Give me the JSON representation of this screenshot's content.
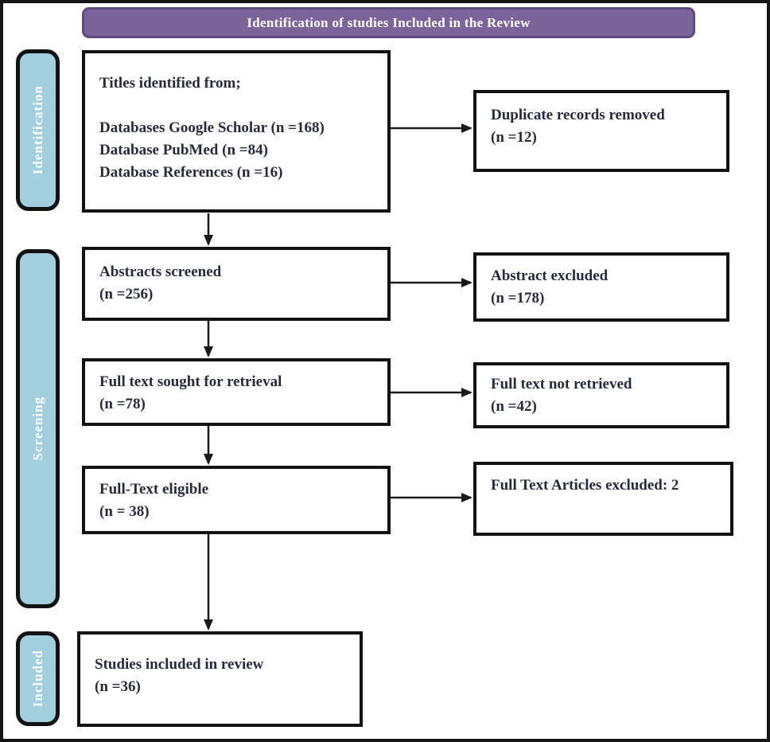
{
  "header": {
    "title": "Identification of studies Included in the Review"
  },
  "colors": {
    "banner_fill": "#7c6399",
    "banner_border": "#5e4a7d",
    "stage_fill": "#a2cfdd",
    "box_border": "#121212",
    "text": "#262a3d",
    "arrow": "#1a1a1a"
  },
  "stages": [
    {
      "label": "Identification"
    },
    {
      "label": "Screening"
    },
    {
      "label": "Included"
    }
  ],
  "left_boxes": [
    {
      "lines": [
        "Titles identified from;",
        "",
        "Databases Google Scholar (n =168)",
        "Database PubMed (n =84)",
        "Database References (n =16)"
      ]
    },
    {
      "lines": [
        "Abstracts screened",
        "(n =256)"
      ]
    },
    {
      "lines": [
        "Full text sought for retrieval",
        "(n =78)"
      ]
    },
    {
      "lines": [
        "Full-Text eligible",
        "(n = 38)"
      ]
    },
    {
      "lines": [
        "Studies included in review",
        "(n =36)"
      ]
    }
  ],
  "right_boxes": [
    {
      "lines": [
        "Duplicate records removed",
        "(n =12)"
      ]
    },
    {
      "lines": [
        "Abstract excluded",
        "(n =178)"
      ]
    },
    {
      "lines": [
        "Full text not retrieved",
        "(n =42)"
      ]
    },
    {
      "lines": [
        "Full Text Articles excluded: 2"
      ]
    }
  ]
}
